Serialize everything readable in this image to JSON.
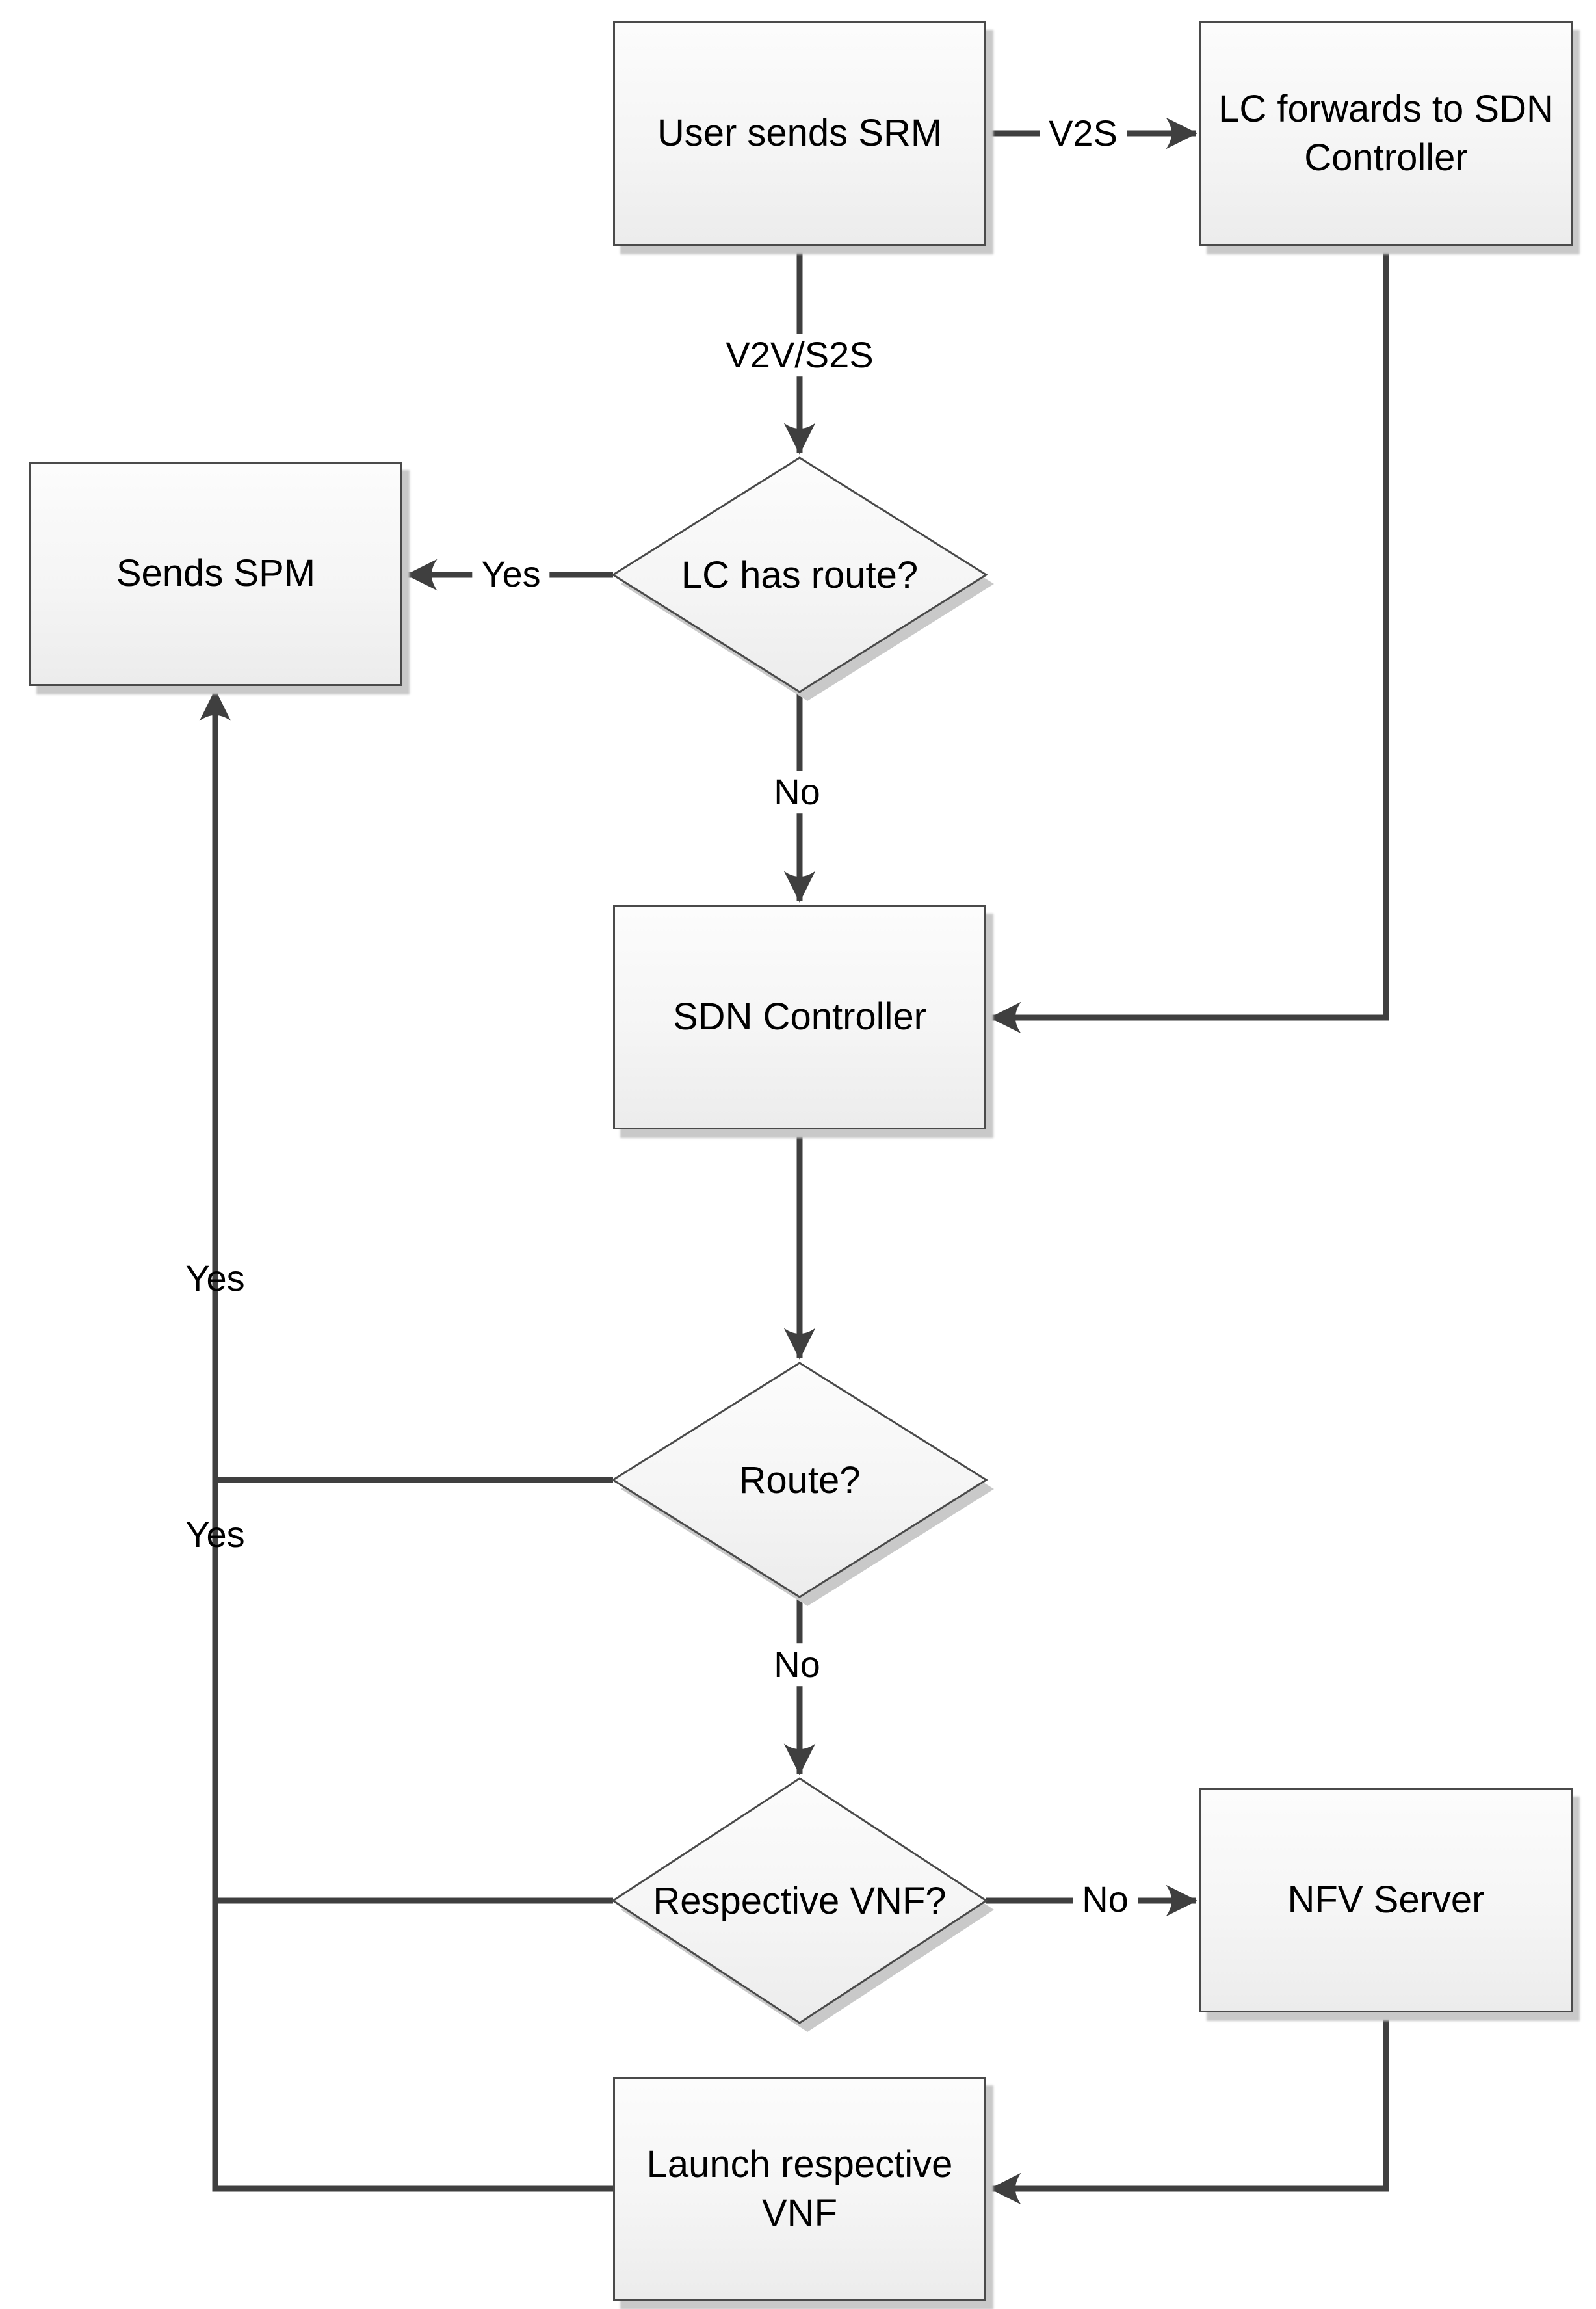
{
  "diagram": {
    "type": "flowchart",
    "description": "SDN / NFV service request handling flowchart",
    "colors": {
      "background": "#ffffff",
      "node_fill_top": "#fcfcfc",
      "node_fill_bottom": "#ececec",
      "node_border": "#4a4a4a",
      "connector": "#3f3f3f",
      "shadow": "#c9c9c9",
      "text": "#000000"
    },
    "nodes": [
      {
        "id": "user-srm",
        "type": "process",
        "label": "User sends SRM"
      },
      {
        "id": "lc-forwards",
        "type": "process",
        "label": "LC forwards to SDN Controller"
      },
      {
        "id": "lc-has-route",
        "type": "decision",
        "label": "LC has route?"
      },
      {
        "id": "sends-spm",
        "type": "process",
        "label": "Sends SPM"
      },
      {
        "id": "sdn-controller",
        "type": "process",
        "label": "SDN Controller"
      },
      {
        "id": "route",
        "type": "decision",
        "label": "Route?"
      },
      {
        "id": "respective-vnf",
        "type": "decision",
        "label": "Respective VNF?"
      },
      {
        "id": "nfv-server",
        "type": "process",
        "label": "NFV Server"
      },
      {
        "id": "launch-vnf",
        "type": "process",
        "label": "Launch respective VNF"
      }
    ],
    "edges": [
      {
        "from": "user-srm",
        "to": "lc-forwards",
        "label": "V2S"
      },
      {
        "from": "user-srm",
        "to": "lc-has-route",
        "label": "V2V/S2S"
      },
      {
        "from": "lc-has-route",
        "to": "sends-spm",
        "label": "Yes"
      },
      {
        "from": "lc-has-route",
        "to": "sdn-controller",
        "label": "No"
      },
      {
        "from": "lc-forwards",
        "to": "sdn-controller",
        "label": ""
      },
      {
        "from": "sdn-controller",
        "to": "route",
        "label": ""
      },
      {
        "from": "route",
        "to": "sends-spm",
        "label": "Yes"
      },
      {
        "from": "route",
        "to": "respective-vnf",
        "label": "No"
      },
      {
        "from": "respective-vnf",
        "to": "nfv-server",
        "label": "No"
      },
      {
        "from": "respective-vnf",
        "to": "sends-spm",
        "label": "Yes"
      },
      {
        "from": "nfv-server",
        "to": "launch-vnf",
        "label": ""
      },
      {
        "from": "launch-vnf",
        "to": "sends-spm",
        "label": ""
      }
    ]
  }
}
